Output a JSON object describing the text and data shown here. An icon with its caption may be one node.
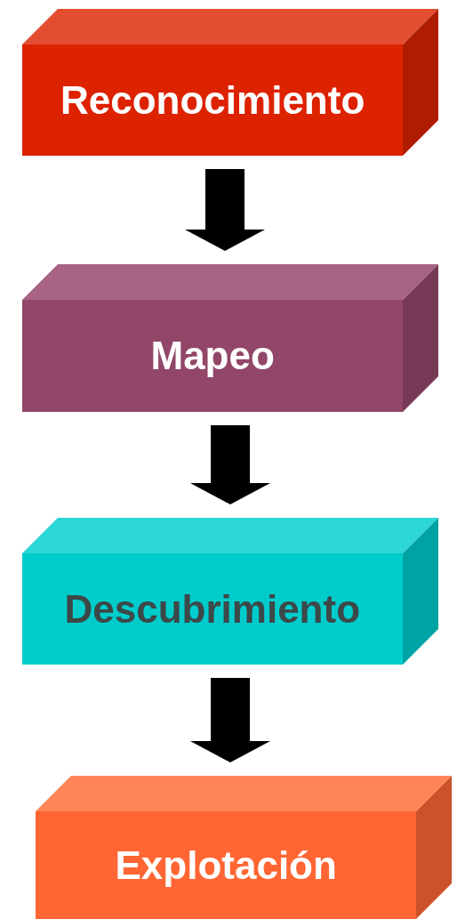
{
  "diagram": {
    "nodes": [
      {
        "text": [
          "Reconocimiento"
        ]
      },
      {
        "text": [
          "Mapeo"
        ]
      },
      {
        "text": [
          "Descubrimiento"
        ]
      },
      {
        "text": [
          "Explotación"
        ]
      }
    ],
    "edges": [
      {
        "from": 0,
        "to": 1,
        "arrow": "to",
        "style": "thick"
      },
      {
        "from": 1,
        "to": 2,
        "arrow": "to",
        "style": "thick"
      },
      {
        "from": 2,
        "to": 3,
        "arrow": "to",
        "style": "thick"
      }
    ]
  }
}
